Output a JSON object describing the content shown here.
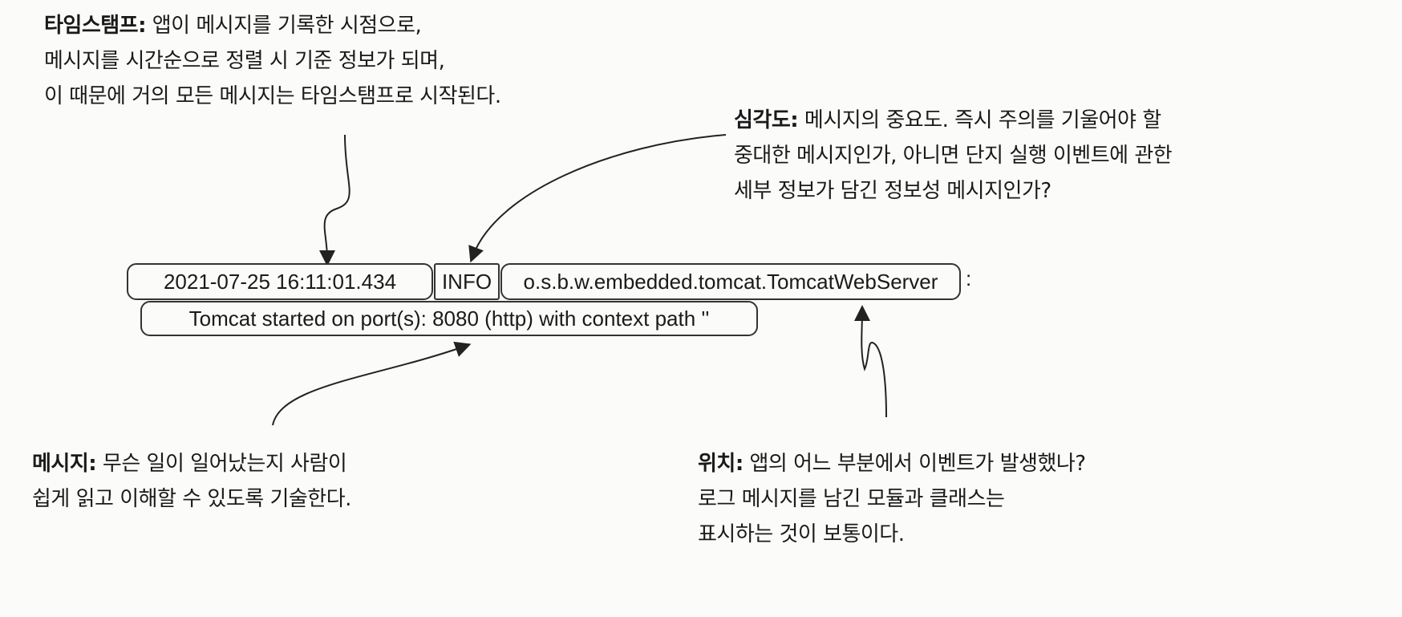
{
  "log_line": {
    "timestamp": "2021-07-25 16:11:01.434",
    "severity": "INFO",
    "location": "o.s.b.w.embedded.tomcat.TomcatWebServer",
    "separator": ":",
    "message": "Tomcat started on port(s): 8080 (http) with context path ''"
  },
  "callouts": {
    "timestamp": {
      "label": "타임스탬프:",
      "lines": [
        " 앱이 메시지를 기록한 시점으로,",
        "메시지를 시간순으로 정렬 시 기준 정보가 되며,",
        "이 때문에 거의 모든 메시지는 타임스탬프로 시작된다."
      ]
    },
    "severity": {
      "label": "심각도:",
      "lines": [
        " 메시지의 중요도. 즉시 주의를 기울어야 할",
        "중대한 메시지인가, 아니면 단지 실행 이벤트에 관한",
        "세부 정보가 담긴 정보성 메시지인가?"
      ]
    },
    "message": {
      "label": "메시지:",
      "lines": [
        " 무슨 일이 일어났는지 사람이",
        "쉽게 읽고 이해할 수 있도록 기술한다."
      ]
    },
    "location": {
      "label": "위치:",
      "lines": [
        " 앱의 어느 부분에서 이벤트가 발생했나?",
        "로그 메시지를 남긴 모듈과 클래스는",
        "표시하는 것이 보통이다."
      ]
    }
  }
}
